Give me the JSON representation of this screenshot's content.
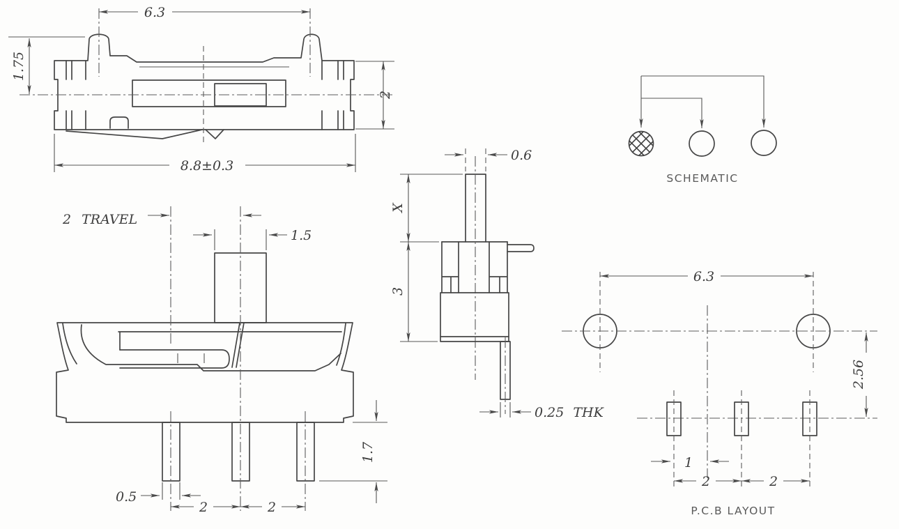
{
  "drawing": {
    "top_view": {
      "width_between_posts": "6.3",
      "post_height": "1.75",
      "body_height": "2",
      "overall_width": "8.8±0.3"
    },
    "front_view": {
      "travel": "2 TRAVEL",
      "knob_width": "1.5",
      "pin_width": "0.5",
      "pin_pitch_left": "2",
      "pin_pitch_right": "2",
      "pin_length": "1.7"
    },
    "side_view": {
      "knob_thickness": "0.6",
      "knob_height": "X",
      "body_height": "3",
      "terminal_thickness": "0.25 THK"
    },
    "schematic": {
      "caption": "SCHEMATIC"
    },
    "pcb_layout": {
      "caption": "P.C.B LAYOUT",
      "hole_span": "6.3",
      "row_offset": "2.56",
      "pad_to_center": "1",
      "pad_pitch_left": "2",
      "pad_pitch_right": "2"
    }
  }
}
